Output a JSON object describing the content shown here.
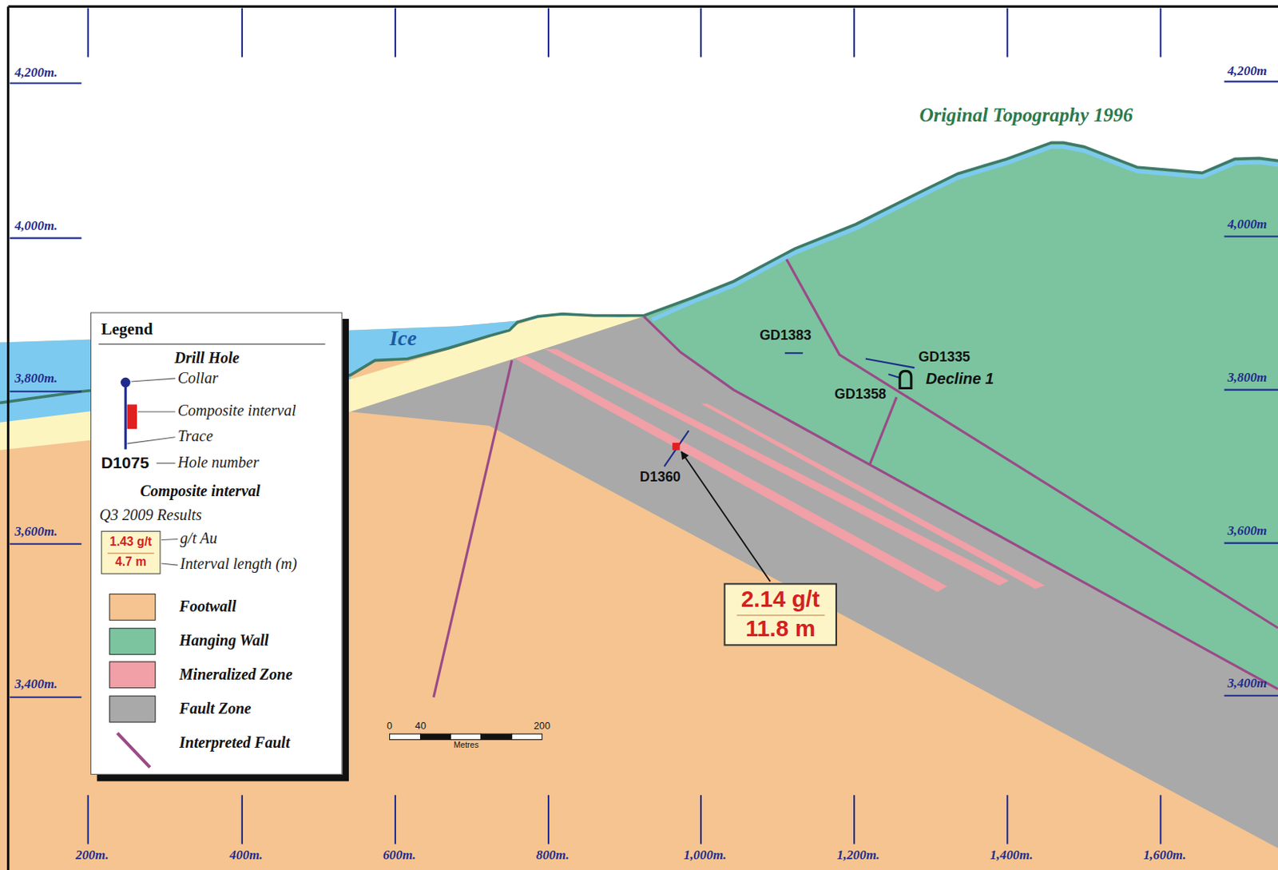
{
  "diagram": {
    "nodes": [
      {
        "text": [
          "Legend"
        ]
      },
      {
        "text": [
          "2.14 g/t",
          "11.8 m"
        ]
      },
      {
        "text": [
          "1.43 g/t",
          "4.7 m"
        ],
        "in": 0
      }
    ],
    "labels": [
      "4,200m.",
      "4,000m.",
      "3,800m.",
      "3,600m.",
      "3,400m.",
      "4,200m",
      "4,000m",
      "3,800m",
      "3,600m",
      "3,400m",
      "200m.",
      "400m.",
      "600m.",
      "800m.",
      "1,000m.",
      "1,200m.",
      "1,400m.",
      "1,600m.",
      "Original Topography 1996",
      "Ice",
      "GD1383",
      "GD1335",
      "Decline 1",
      "GD1358",
      "D1360",
      "0",
      "40",
      "200",
      "Metres",
      "Drill Hole",
      "Collar",
      "Composite interval",
      "Trace",
      "D1075",
      "Hole number",
      "Composite interval",
      "Q3 2009 Results",
      "g/t Au",
      "Interval length (m)"
    ],
    "legend": [
      {
        "text": "Footwall",
        "color": "#f5c490"
      },
      {
        "text": "Hanging Wall",
        "color": "#7bc49f"
      },
      {
        "text": "Mineralized Zone",
        "color": "#f0a0a6"
      },
      {
        "text": "Fault Zone",
        "color": "#a9a9a9"
      },
      {
        "text": "Interpreted Fault"
      }
    ]
  }
}
